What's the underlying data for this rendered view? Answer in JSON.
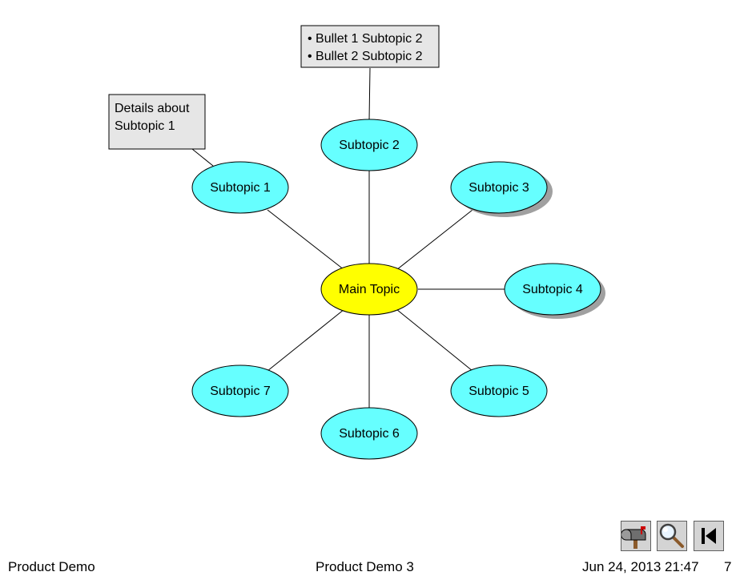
{
  "diagram": {
    "main_topic": "Main Topic",
    "subtopics": [
      "Subtopic 1",
      "Subtopic 2",
      "Subtopic 3",
      "Subtopic 4",
      "Subtopic 5",
      "Subtopic 6",
      "Subtopic 7"
    ],
    "notes": {
      "subtopic_1": [
        "Details about",
        "Subtopic 1"
      ],
      "subtopic_2": [
        "• Bullet 1 Subtopic 2",
        "• Bullet 2 Subtopic 2"
      ]
    },
    "colors": {
      "main_fill": "#ffff00",
      "subtopic_fill": "#66ffff",
      "note_fill": "#e6e6e6",
      "shadow": "#a0a0a0",
      "line": "#000000"
    }
  },
  "footer": {
    "left": "Product Demo",
    "center": "Product Demo 3",
    "date": "Jun 24, 2013 21:47",
    "page": "7"
  },
  "toolbar": {
    "buttons": [
      {
        "icon": "mailbox-icon"
      },
      {
        "icon": "magnifier-icon"
      },
      {
        "icon": "first-page-icon"
      }
    ]
  }
}
